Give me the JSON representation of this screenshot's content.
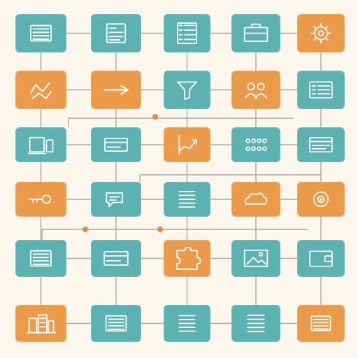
{
  "colors": {
    "teal": "#5bb2b1",
    "orange": "#eb9a4a",
    "background": "#fbf7ec",
    "line": "#a9aaa6",
    "icon": "#ffffff"
  },
  "rows": [
    {
      "tiles": [
        {
          "color": "teal",
          "icon": "text-lines-icon"
        },
        {
          "color": "teal",
          "icon": "document-list-icon"
        },
        {
          "color": "teal",
          "icon": "grid-list-icon"
        },
        {
          "color": "teal",
          "icon": "briefcase-icon"
        },
        {
          "color": "orange",
          "icon": "gear-icon"
        }
      ]
    },
    {
      "tiles": [
        {
          "color": "orange",
          "icon": "flow-arrows-icon"
        },
        {
          "color": "orange",
          "icon": "arrow-line-icon"
        },
        {
          "color": "teal",
          "icon": "funnel-icon"
        },
        {
          "color": "orange",
          "icon": "users-icon"
        },
        {
          "color": "teal",
          "icon": "checklist-icon"
        }
      ]
    },
    {
      "tiles": [
        {
          "color": "teal",
          "icon": "devices-icon"
        },
        {
          "color": "teal",
          "icon": "card-icon"
        },
        {
          "color": "orange",
          "icon": "chart-up-icon"
        },
        {
          "color": "teal",
          "icon": "people-grid-icon"
        },
        {
          "color": "teal",
          "icon": "window-icon"
        }
      ]
    },
    {
      "tiles": [
        {
          "color": "orange",
          "icon": "key-icon"
        },
        {
          "color": "teal",
          "icon": "chat-icon"
        },
        {
          "color": "teal",
          "icon": "list-icon"
        },
        {
          "color": "orange",
          "icon": "cloud-icon"
        },
        {
          "color": "orange",
          "icon": "target-icon"
        }
      ]
    },
    {
      "tiles": [
        {
          "color": "teal",
          "icon": "text-lines-icon"
        },
        {
          "color": "teal",
          "icon": "card-icon"
        },
        {
          "color": "orange",
          "icon": "puzzle-icon"
        },
        {
          "color": "teal",
          "icon": "image-frame-icon"
        },
        {
          "color": "teal",
          "icon": "wallet-icon"
        }
      ]
    },
    {
      "tiles": [
        {
          "color": "orange",
          "icon": "buildings-icon"
        },
        {
          "color": "teal",
          "icon": "text-lines-icon"
        },
        {
          "color": "teal",
          "icon": "list-icon"
        },
        {
          "color": "teal",
          "icon": "list-icon"
        },
        {
          "color": "orange",
          "icon": "text-lines-icon"
        }
      ]
    }
  ]
}
